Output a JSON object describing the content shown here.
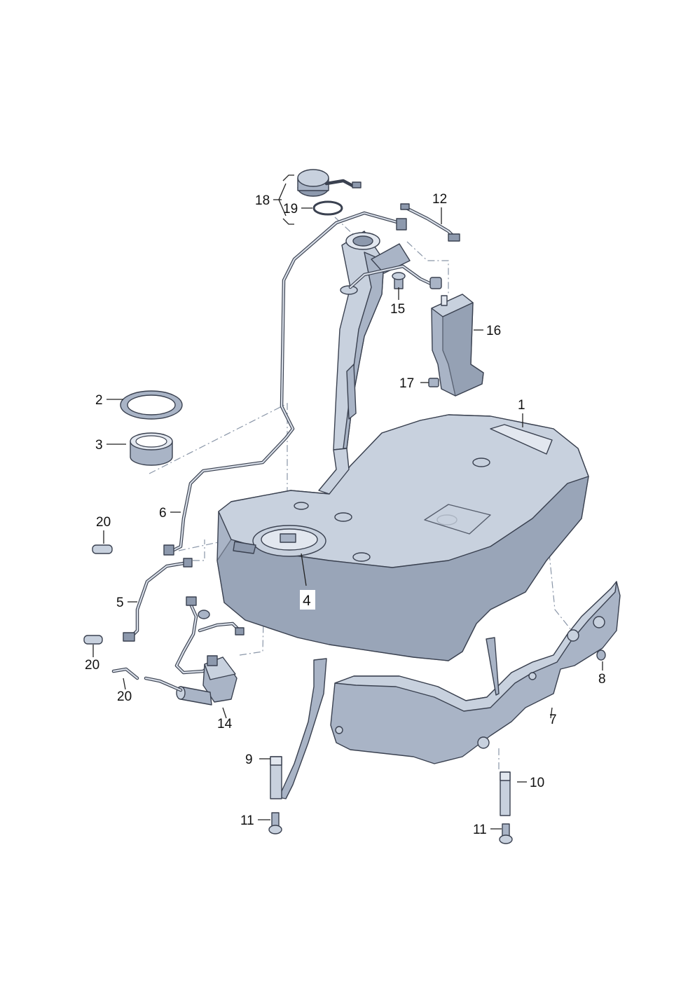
{
  "diagram": {
    "title": "",
    "callouts": [
      {
        "id": "1",
        "text": "1"
      },
      {
        "id": "2",
        "text": "2"
      },
      {
        "id": "3",
        "text": "3"
      },
      {
        "id": "4",
        "text": "4"
      },
      {
        "id": "5",
        "text": "5"
      },
      {
        "id": "6",
        "text": "6"
      },
      {
        "id": "7",
        "text": "7"
      },
      {
        "id": "8",
        "text": "8"
      },
      {
        "id": "9",
        "text": "9"
      },
      {
        "id": "10",
        "text": "10"
      },
      {
        "id": "11a",
        "text": "11"
      },
      {
        "id": "11b",
        "text": "11"
      },
      {
        "id": "12",
        "text": "12"
      },
      {
        "id": "14",
        "text": "14"
      },
      {
        "id": "15",
        "text": "15"
      },
      {
        "id": "16",
        "text": "16"
      },
      {
        "id": "17",
        "text": "17"
      },
      {
        "id": "18",
        "text": "18"
      },
      {
        "id": "19",
        "text": "19"
      },
      {
        "id": "20a",
        "text": "20"
      },
      {
        "id": "20b",
        "text": "20"
      },
      {
        "id": "20c",
        "text": "20"
      }
    ],
    "colors": {
      "part_fill": "#a9b4c6",
      "part_shadow": "#8d99ad",
      "part_highlight": "#c8d1de",
      "outline": "#3a4150",
      "dash_line": "#8a96a8"
    }
  }
}
